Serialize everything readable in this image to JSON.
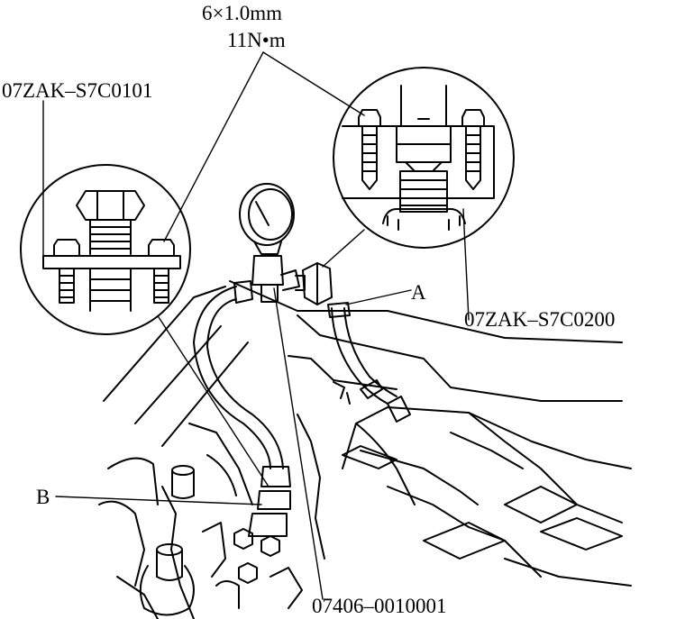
{
  "labels": {
    "torque_size": "6×1.0mm",
    "torque_value": "11N•m",
    "tool_left": "07ZAK–S7C0101",
    "tool_right": "07ZAK–S7C0200",
    "point_a": "A",
    "point_b": "B",
    "gauge_tool": "07406–0010001"
  },
  "colors": {
    "ink": "#000000",
    "paper": "#ffffff"
  }
}
